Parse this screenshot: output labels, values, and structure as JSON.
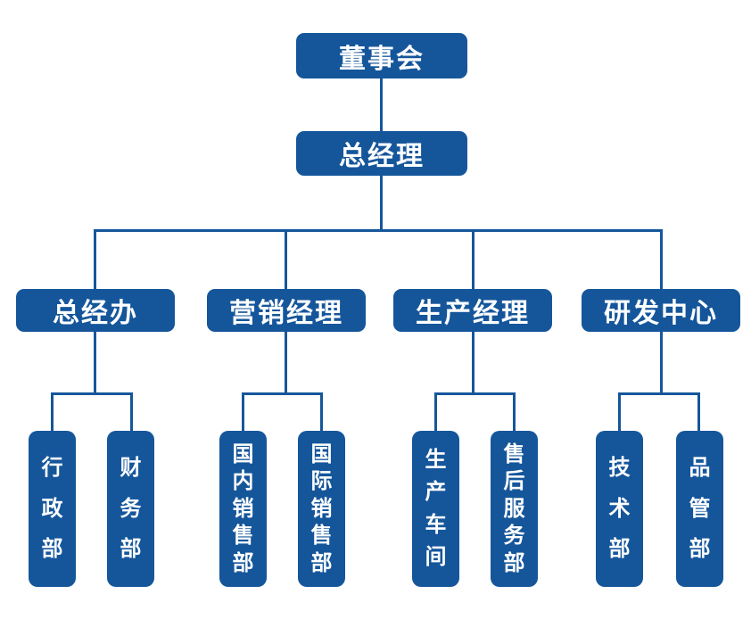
{
  "palette": {
    "node_blue": "#15569B",
    "line_blue": "#15569B",
    "text_white": "#ffffff",
    "background": "#ffffff"
  },
  "chart_data": {
    "type": "org-chart",
    "title": "",
    "root": {
      "label": "董事会"
    },
    "general_manager": {
      "label": "总经理"
    },
    "departments": [
      {
        "label": "总经办",
        "children": [
          {
            "label": "行政部"
          },
          {
            "label": "财务部"
          }
        ]
      },
      {
        "label": "营销经理",
        "children": [
          {
            "label": "国内销售部"
          },
          {
            "label": "国际销售部"
          }
        ]
      },
      {
        "label": "生产经理",
        "children": [
          {
            "label": "生产车间"
          },
          {
            "label": "售后服务部"
          }
        ]
      },
      {
        "label": "研发中心",
        "children": [
          {
            "label": "技术部"
          },
          {
            "label": "品管部"
          }
        ]
      }
    ]
  }
}
